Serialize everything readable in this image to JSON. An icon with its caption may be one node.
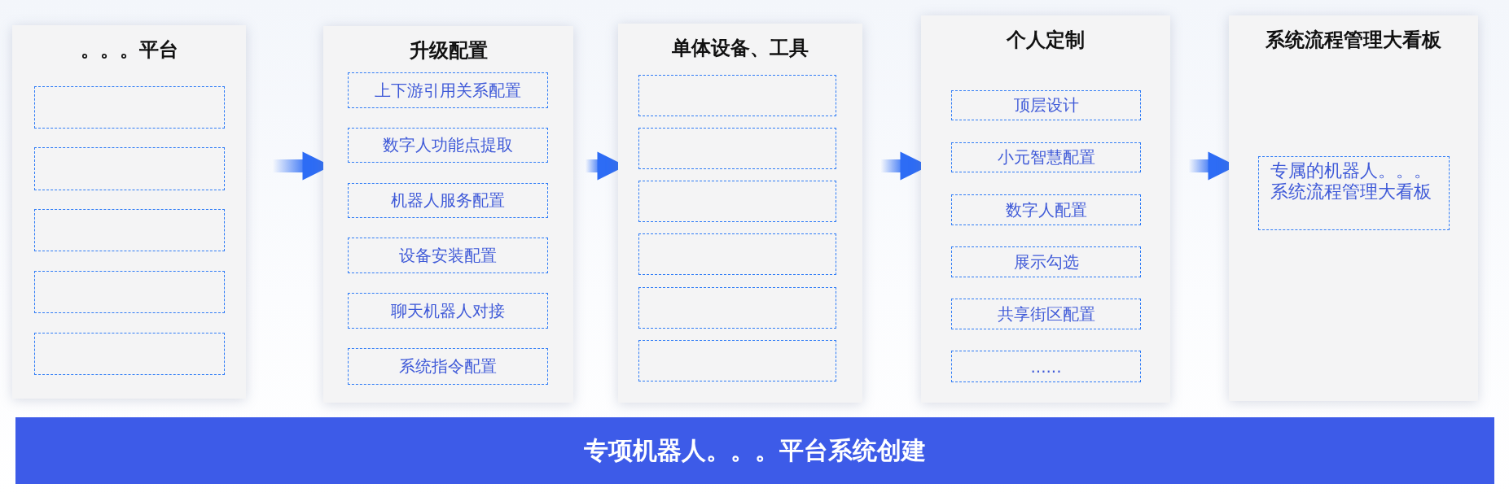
{
  "diagram": {
    "nodes": [
      {
        "text": [
          "。。。平台"
        ]
      },
      {
        "text": [],
        "shape": "box",
        "in": 0
      },
      {
        "text": [],
        "shape": "box",
        "in": 0
      },
      {
        "text": [],
        "shape": "box",
        "in": 0
      },
      {
        "text": [],
        "shape": "box",
        "in": 0
      },
      {
        "text": [],
        "shape": "box",
        "in": 0
      },
      {
        "text": [
          "升级配置"
        ]
      },
      {
        "text": [
          "上下游引用关系配置"
        ],
        "in": 6
      },
      {
        "text": [
          "数字人功能点提取"
        ],
        "in": 6
      },
      {
        "text": [
          "机器人服务配置"
        ],
        "in": 6
      },
      {
        "text": [
          "设备安装配置"
        ],
        "in": 6
      },
      {
        "text": [
          "聊天机器人对接"
        ],
        "in": 6
      },
      {
        "text": [
          "系统指令配置"
        ],
        "in": 6
      },
      {
        "text": [
          "单体设备、工具"
        ]
      },
      {
        "text": [],
        "shape": "box",
        "in": 13
      },
      {
        "text": [],
        "shape": "box",
        "in": 13
      },
      {
        "text": [],
        "shape": "box",
        "in": 13
      },
      {
        "text": [],
        "shape": "box",
        "in": 13
      },
      {
        "text": [],
        "shape": "box",
        "in": 13
      },
      {
        "text": [],
        "shape": "box",
        "in": 13
      },
      {
        "text": [
          "个人定制"
        ]
      },
      {
        "text": [
          "顶层设计"
        ],
        "in": 20
      },
      {
        "text": [
          "小元智慧配置"
        ],
        "in": 20
      },
      {
        "text": [
          "数字人配置"
        ],
        "in": 20
      },
      {
        "text": [
          "展示勾选"
        ],
        "in": 20
      },
      {
        "text": [
          "共享街区配置"
        ],
        "in": 20
      },
      {
        "text": [
          "......"
        ],
        "in": 20
      },
      {
        "text": [
          "系统流程管理大看板"
        ]
      },
      {
        "text": [
          "专属的机器人。。。系统流程管理大看板"
        ],
        "in": 27
      },
      {
        "text": [
          "专项机器人。。。平台系统创建"
        ]
      }
    ],
    "edges": [
      {
        "from": 0,
        "to": 6,
        "arrow": "to"
      },
      {
        "from": 6,
        "to": 13,
        "arrow": "to"
      },
      {
        "from": 13,
        "to": 20,
        "arrow": "to"
      },
      {
        "from": 20,
        "to": 27,
        "arrow": "to"
      }
    ]
  }
}
